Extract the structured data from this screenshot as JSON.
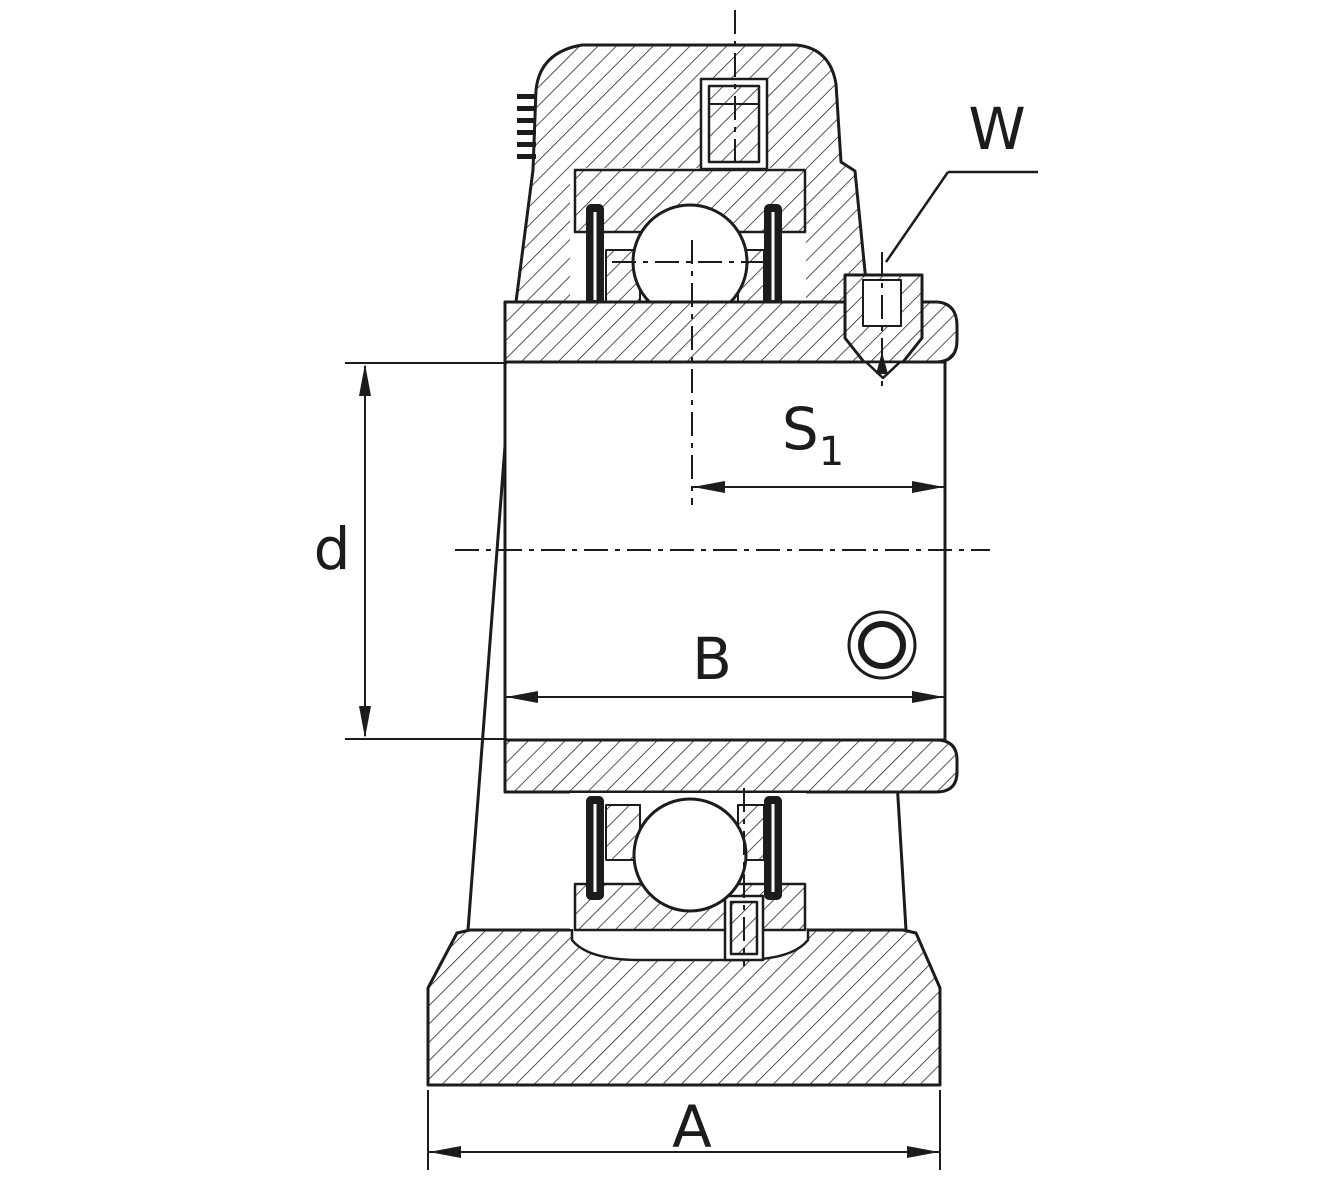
{
  "labels": {
    "w": "W",
    "s1_base": "S",
    "s1_sub": "1",
    "d": "d",
    "b": "B",
    "a": "A"
  },
  "colors": {
    "line": "#1c1c1c",
    "background": "#ffffff"
  }
}
